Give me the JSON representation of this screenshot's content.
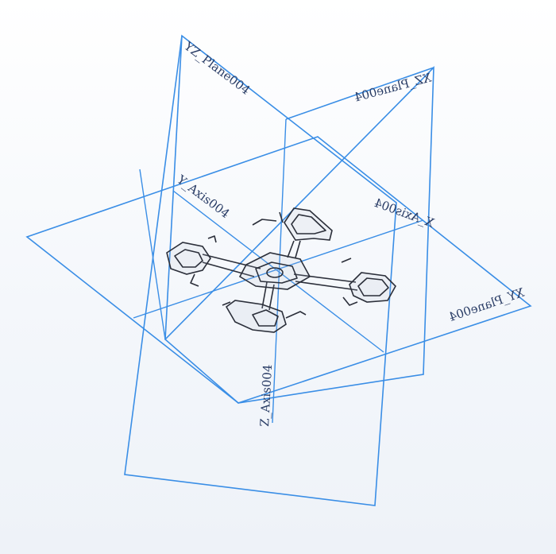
{
  "viewport": {
    "labels": {
      "yz_plane": "YZ_Plane004",
      "xz_plane": "XZ_Plane004",
      "xy_plane": "XY_Plane004",
      "x_axis": "X_Axis004",
      "y_axis": "Y_Axis004",
      "z_axis": "Z_Axis004"
    },
    "colors": {
      "plane_stroke": "#3a8ee6",
      "part_stroke": "#2b2f3a",
      "label_text": "#2a3d66"
    }
  }
}
